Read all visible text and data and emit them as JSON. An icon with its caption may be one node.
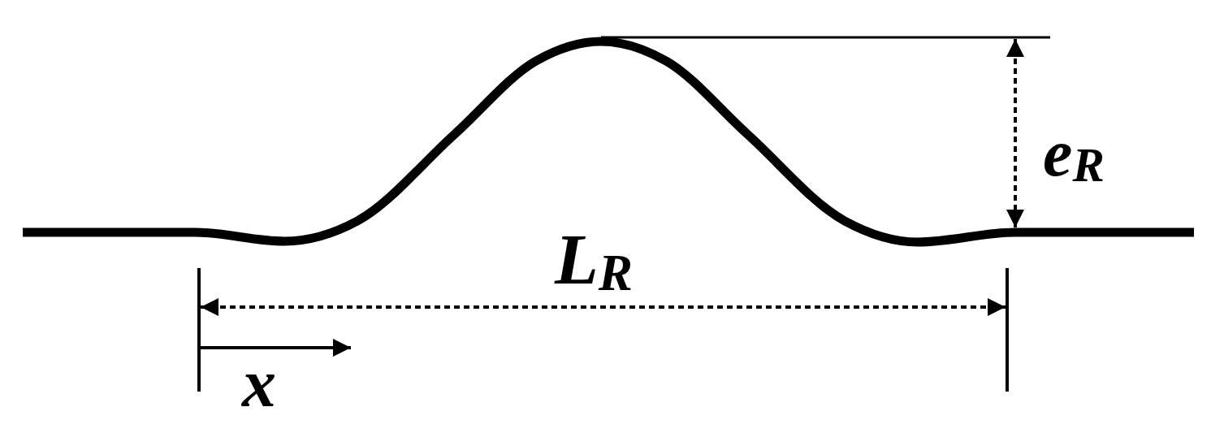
{
  "diagram": {
    "labels": [
      "e$_{R}$",
      "L$_{R}$",
      "x"
    ]
  }
}
